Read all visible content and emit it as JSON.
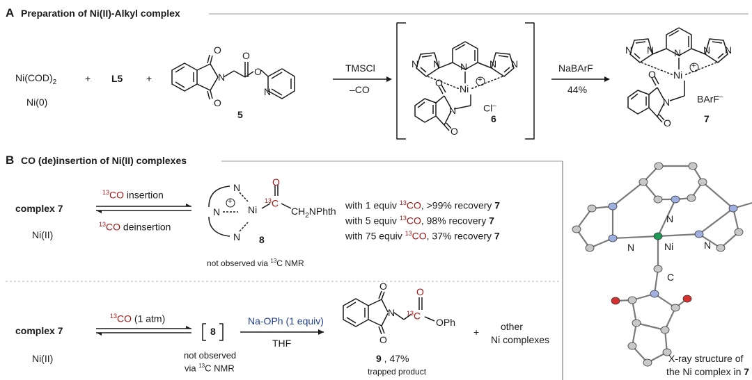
{
  "colors": {
    "accent_red": "#a01818",
    "accent_blue": "#1f3f8f",
    "ni_green": "#1f9a56",
    "n_blue": "#8fa0d8",
    "o_red": "#d63030",
    "c_gray": "#b0b0b0",
    "box_border": "#9a9a9a"
  },
  "sectionA": {
    "letter": "A",
    "title": "Preparation of Ni(II)-Alkyl complex",
    "nicod": "Ni(COD)",
    "nicod_sub": "2",
    "ni0": "Ni(0)",
    "plus": "+",
    "l5": "L5",
    "cmpd5": "5",
    "tmscl": "TMSCl",
    "minus_co": "–CO",
    "cmpd6": "6",
    "counter6": "Cl",
    "counter6_sup": "–",
    "nabarf": "NaBArF",
    "yield": "44%",
    "cmpd7": "7",
    "counter7": "BArF",
    "counter7_sup": "–",
    "atom_N": "N",
    "atom_O": "O",
    "atom_Ni": "Ni",
    "charge": "+"
  },
  "sectionB": {
    "letter": "B",
    "title": "CO (de)insertion of Ni(II) complexes",
    "iso": "13",
    "co": "CO",
    "insertion": " insertion",
    "deinsertion": " deinsertion",
    "complex7": "complex 7",
    "ni2": "Ni(II)",
    "c": "C",
    "ch2nphth": "CH",
    "ch2_sub": "2",
    "nphth": "NPhth",
    "cmpd8": "8",
    "not_obs_pre": "not observed via ",
    "nmr_c": "C NMR",
    "rec1_a": "with 1 equiv ",
    "rec1_b": ", >99% recovery ",
    "rec2_a": "with 5 equiv ",
    "rec2_b": ", 98% recovery ",
    "rec3_a": "with 75 equiv ",
    "rec3_b": ", 37% recovery ",
    "rec_cmpd": "7",
    "co_atm": " (1 atm)",
    "bracket8": "8",
    "not_observed": "not observed",
    "via": "via ",
    "naoph": "Na-OPh (1 equiv)",
    "thf": "THF",
    "oph": "OPh",
    "cmpd9": "9",
    "yield9": " , 47%",
    "trapped": "trapped product",
    "other": "other",
    "ni_complexes": "Ni complexes"
  },
  "xray": {
    "caption1": "X-ray structure of",
    "caption2": "the Ni complex in ",
    "caption_cmpd": "7",
    "lbl_N": "N",
    "lbl_Ni": "Ni",
    "lbl_C": "C"
  }
}
